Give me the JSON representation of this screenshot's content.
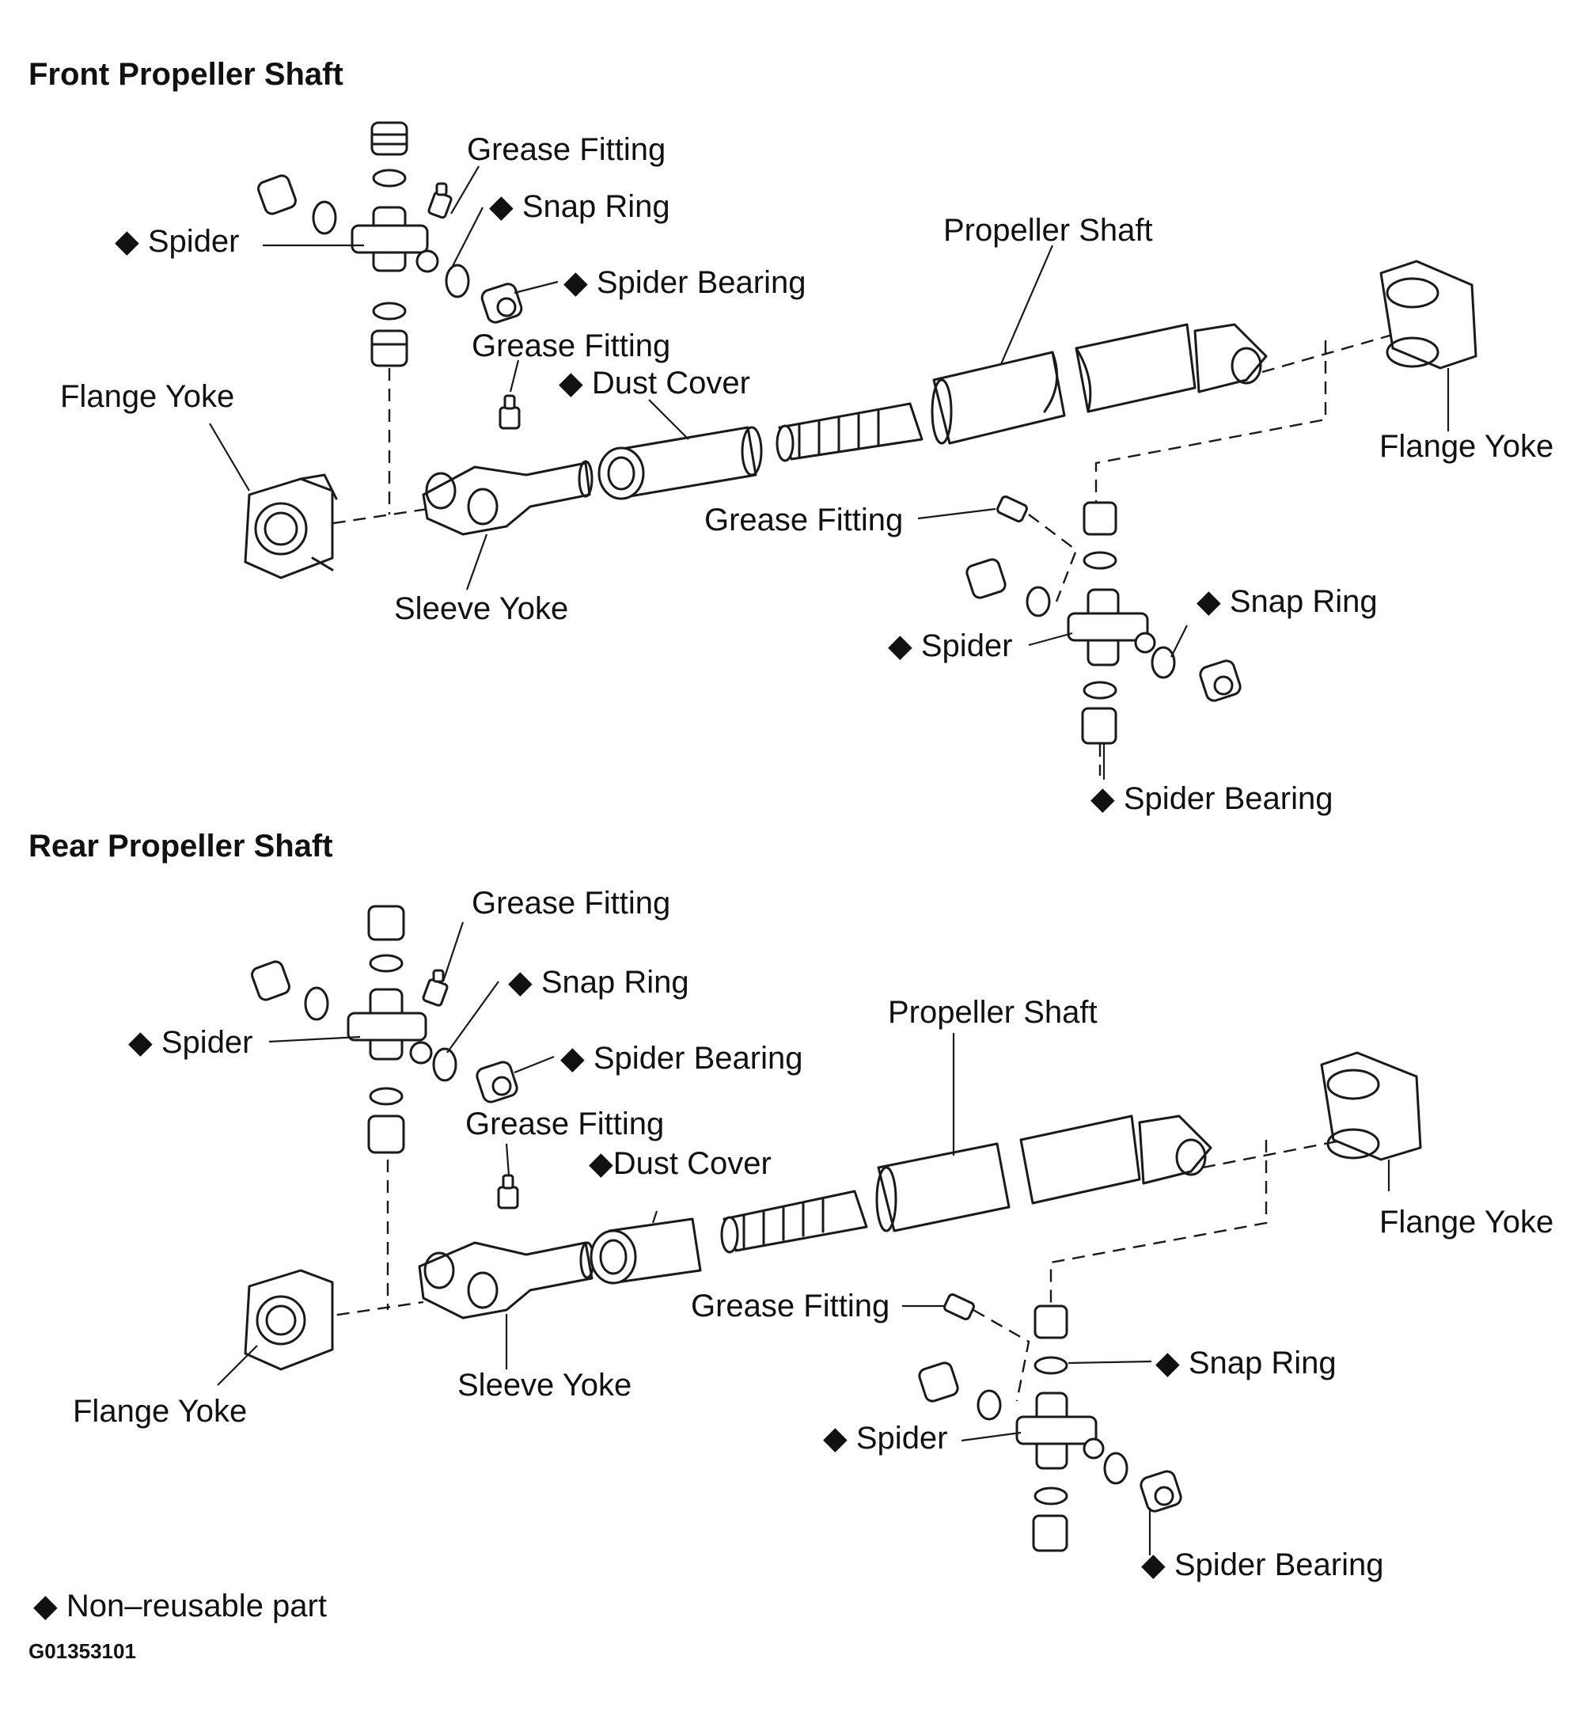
{
  "front": {
    "title": "Front Propeller Shaft",
    "grease_fitting_top": "Grease Fitting",
    "snap_ring": "◆ Snap Ring",
    "spider": "◆ Spider",
    "spider_bearing": "◆ Spider Bearing",
    "propeller_shaft": "Propeller Shaft",
    "grease_fitting_mid": "Grease Fitting",
    "dust_cover": "◆ Dust Cover",
    "flange_yoke_left": "Flange Yoke",
    "flange_yoke_right": "Flange Yoke",
    "sleeve_yoke": "Sleeve Yoke",
    "grease_fitting_rear": "Grease Fitting",
    "snap_ring_rear": "◆ Snap Ring",
    "spider_rear": "◆ Spider",
    "spider_bearing_rear": "◆ Spider Bearing"
  },
  "rear": {
    "title": "Rear Propeller Shaft",
    "grease_fitting_top": "Grease Fitting",
    "snap_ring": "◆ Snap Ring",
    "spider": "◆ Spider",
    "spider_bearing": "◆ Spider Bearing",
    "propeller_shaft": "Propeller Shaft",
    "grease_fitting_mid": "Grease Fitting",
    "dust_cover": "◆Dust Cover",
    "flange_yoke_right": "Flange Yoke",
    "flange_yoke_left": "Flange Yoke",
    "sleeve_yoke": "Sleeve Yoke",
    "grease_fitting_rear": "Grease Fitting",
    "snap_ring_rear": "◆ Snap Ring",
    "spider_rear": "◆ Spider",
    "spider_bearing_rear": "◆ Spider Bearing"
  },
  "legend": "◆ Non–reusable part",
  "figure_code": "G01353101"
}
